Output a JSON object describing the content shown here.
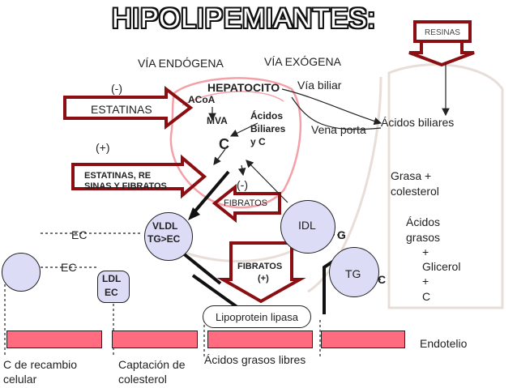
{
  "title": "HIPOLIPEMIANTES:",
  "resinas": "RESINAS",
  "via_endogena": "VÍA ENDÓGENA",
  "via_exogena": "VÍA EXÓGENA",
  "hepatocito": "HEPATOCITO",
  "via_biliar": "Vía biliar",
  "minus1": "(-)",
  "acoa": "ACoA",
  "estatinas": "ESTATINAS",
  "mva": "MVA",
  "acidos_biliares_c_1": "Ácidos",
  "acidos_biliares_c_2": "Biliares",
  "acidos_biliares_c_3": "y C",
  "vena_porta": "Vena porta",
  "acidos_biliares": "Ácidos biliares",
  "plus1": "(+)",
  "c_center": "C",
  "estatinas_re_1": "ESTATINAS, RE",
  "estatinas_re_2": "SINAS Y FIBRATOS",
  "minus2": "(-)",
  "fibratos_top": "FIBRATOS",
  "grasa_1": "Grasa +",
  "grasa_2": "colesterol",
  "acidos_grasos_1": "Ácidos",
  "acidos_grasos_2": "grasos",
  "plus_a": "+",
  "glicerol": "Glicerol",
  "plus_b": "+",
  "c_right": "C",
  "vldl_1": "VLDL",
  "vldl_2": "TG>EC",
  "idl": "IDL",
  "g_letter": "G",
  "ec1": "EC",
  "ec2": "EC",
  "ldl_1": "LDL",
  "ldl_2": "EC",
  "fibratos_mid_1": "FIBRATOS",
  "fibratos_mid_2": "(+)",
  "tg": "TG",
  "c_tg": "C",
  "lipoprotein_lipasa": "Lipoprotein lipasa",
  "endotelio": "Endotelio",
  "recambio_1": "C de recambio",
  "recambio_2": "celular",
  "captacion_1": "Captación de",
  "captacion_2": "colesterol",
  "acidos_libres": "Ácidos grasos libres",
  "colors": {
    "arrow": "#8b0f12",
    "pink": "#ff6b7f",
    "lipo": "#dcdcf7",
    "membrane": "#f4a0a8"
  }
}
